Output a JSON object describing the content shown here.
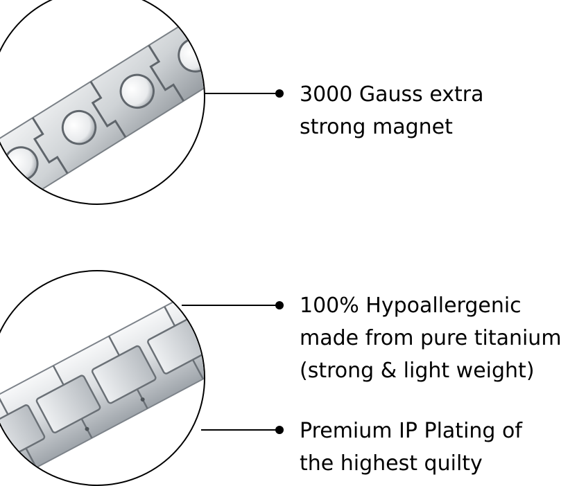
{
  "callouts": {
    "magnet": {
      "lines": [
        "3000 Gauss extra",
        "strong magnet"
      ]
    },
    "hypoallergenic": {
      "lines": [
        "100% Hypoallergenic",
        "made from pure titanium",
        "(strong & light weight)"
      ]
    },
    "plating": {
      "lines": [
        "Premium IP Plating of",
        "the highest quilty"
      ]
    }
  },
  "colors": {
    "background": "#ffffff",
    "ink": "#000000",
    "steel_light": "#e6e8ea",
    "steel_mid": "#c4c8cc",
    "steel_dark": "#6f757b"
  },
  "icons": {
    "magnet_closeup": "magnetic-bracelet-closeup-image",
    "links_closeup": "titanium-bracelet-links-closeup-image"
  }
}
